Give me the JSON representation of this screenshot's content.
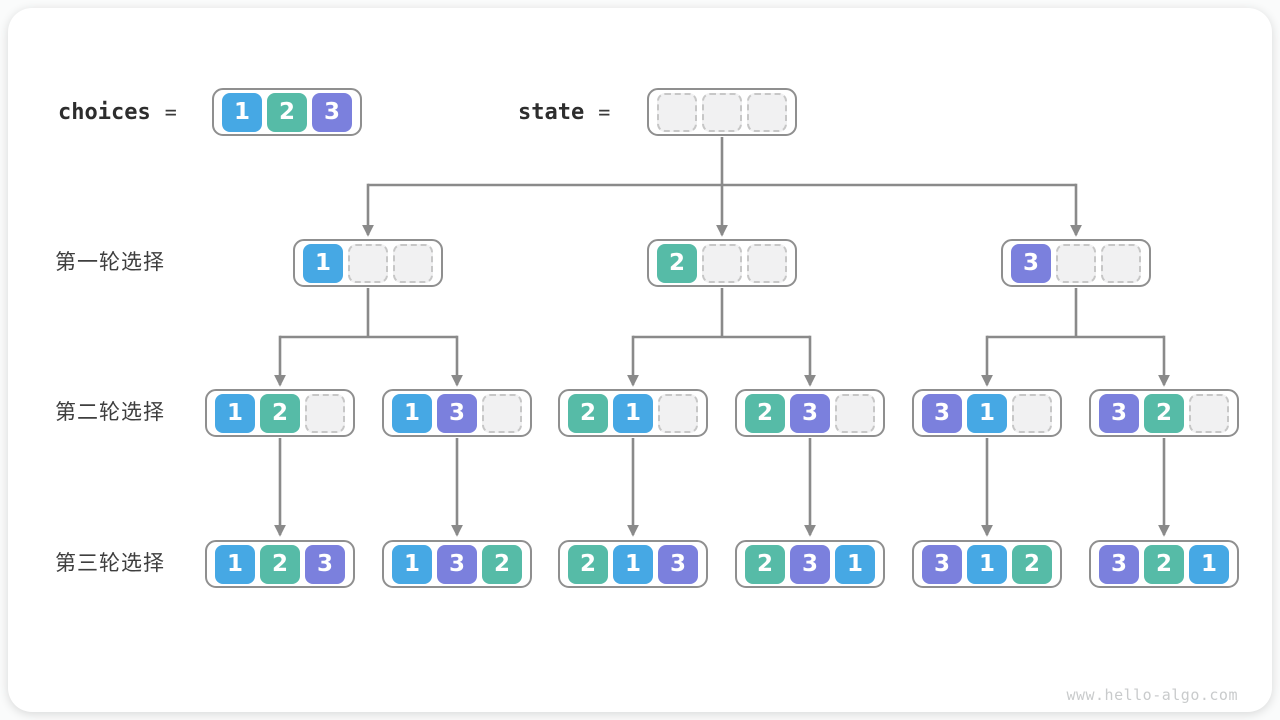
{
  "header": {
    "choices_label": "choices",
    "state_label": "state",
    "equals": "=",
    "choices_values": [
      1,
      2,
      3
    ],
    "state_values": [
      null,
      null,
      null
    ]
  },
  "rows": [
    {
      "label": "第一轮选择",
      "nodes": [
        [
          1,
          null,
          null
        ],
        [
          2,
          null,
          null
        ],
        [
          3,
          null,
          null
        ]
      ]
    },
    {
      "label": "第二轮选择",
      "nodes": [
        [
          1,
          2,
          null
        ],
        [
          1,
          3,
          null
        ],
        [
          2,
          1,
          null
        ],
        [
          2,
          3,
          null
        ],
        [
          3,
          1,
          null
        ],
        [
          3,
          2,
          null
        ]
      ]
    },
    {
      "label": "第三轮选择",
      "nodes": [
        [
          1,
          2,
          3
        ],
        [
          1,
          3,
          2
        ],
        [
          2,
          1,
          3
        ],
        [
          2,
          3,
          1
        ],
        [
          3,
          1,
          2
        ],
        [
          3,
          2,
          1
        ]
      ]
    }
  ],
  "colors": {
    "value1": "#46A8E4",
    "value2": "#56BBA7",
    "value3": "#7B80DD",
    "empty_fill": "#f1f1f2",
    "empty_border": "#c7c7c7",
    "node_border": "#8f8f8f",
    "connector": "#8a8a8a"
  },
  "watermark": "www.hello-algo.com"
}
